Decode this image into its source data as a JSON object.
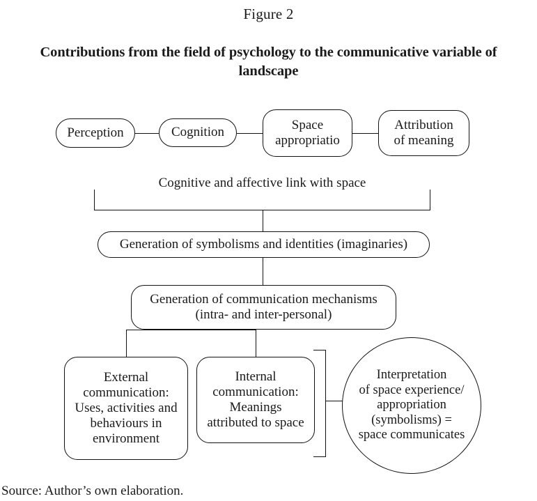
{
  "figure": {
    "label": "Figure 2",
    "title": "Contributions from the field of psychology to the communicative variable of landscape",
    "source": "Source: Author’s own elaboration."
  },
  "diagram": {
    "type": "flowchart",
    "top_row": [
      {
        "id": "perception",
        "label": "Perception",
        "shape": "pill"
      },
      {
        "id": "cognition",
        "label": "Cognition",
        "shape": "pill"
      },
      {
        "id": "space-appropriation",
        "label": "Space\nappropriatio",
        "shape": "rounded-rect"
      },
      {
        "id": "attribution-of-meaning",
        "label": "Attribution\nof meaning",
        "shape": "rounded-rect"
      }
    ],
    "bracket_caption": "Cognitive and affective link with space",
    "symbolisms": {
      "id": "generation-of-symbolisms",
      "label": "Generation of symbolisms and identities (imaginaries)",
      "shape": "pill"
    },
    "mechanisms": {
      "id": "generation-of-communication-mechanisms",
      "label": "Generation of communication mechanisms\n(intra- and inter-personal)",
      "shape": "rounded-rect"
    },
    "bottom_row": [
      {
        "id": "external-communication",
        "label": "External\ncommunication:\nUses, activities and\nbehaviours in\nenvironment",
        "shape": "rounded-rect"
      },
      {
        "id": "internal-communication",
        "label": "Internal\ncommunication:\nMeanings\nattributed to space",
        "shape": "rounded-rect"
      }
    ],
    "outcome": {
      "id": "interpretation-of-space",
      "label": "Interpretation\nof space experience/\nappropriation\n(symbolisms) =\nspace communicates",
      "shape": "circle"
    },
    "colors": {
      "line": "#111111",
      "text": "#1a1a1a",
      "background": "#ffffff"
    }
  }
}
